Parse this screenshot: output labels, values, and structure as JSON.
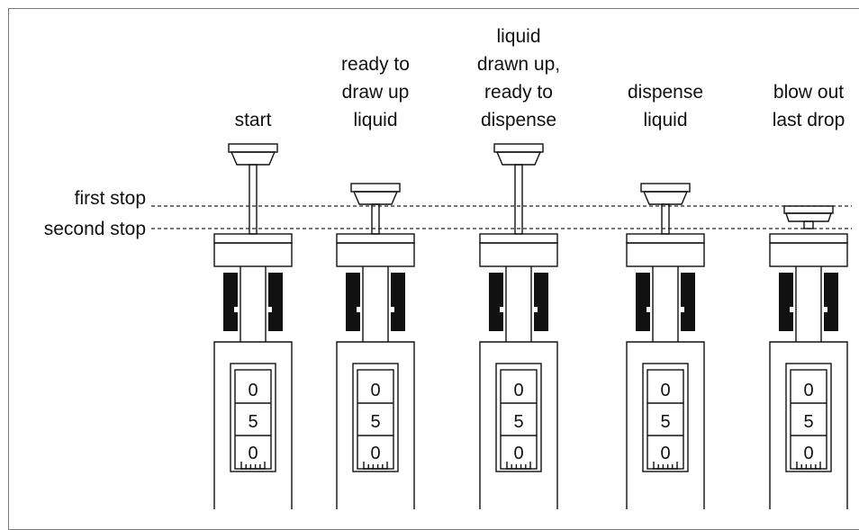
{
  "diagram": {
    "stop_labels": {
      "first": "first stop",
      "second": "second stop"
    },
    "stages": [
      {
        "id": "start",
        "caption": [
          "start"
        ],
        "plunger": "rest",
        "digits": [
          "0",
          "5",
          "0"
        ]
      },
      {
        "id": "ready-to-draw",
        "caption": [
          "ready to",
          "draw up",
          "liquid"
        ],
        "plunger": "first-stop",
        "digits": [
          "0",
          "5",
          "0"
        ]
      },
      {
        "id": "drawn-up",
        "caption": [
          "liquid",
          "drawn up,",
          "ready to",
          "dispense"
        ],
        "plunger": "rest",
        "digits": [
          "0",
          "5",
          "0"
        ]
      },
      {
        "id": "dispense",
        "caption": [
          "dispense",
          "liquid"
        ],
        "plunger": "first-stop",
        "digits": [
          "0",
          "5",
          "0"
        ]
      },
      {
        "id": "blow-out",
        "caption": [
          "blow out",
          "last drop"
        ],
        "plunger": "second-stop",
        "digits": [
          "0",
          "5",
          "0"
        ]
      }
    ]
  }
}
